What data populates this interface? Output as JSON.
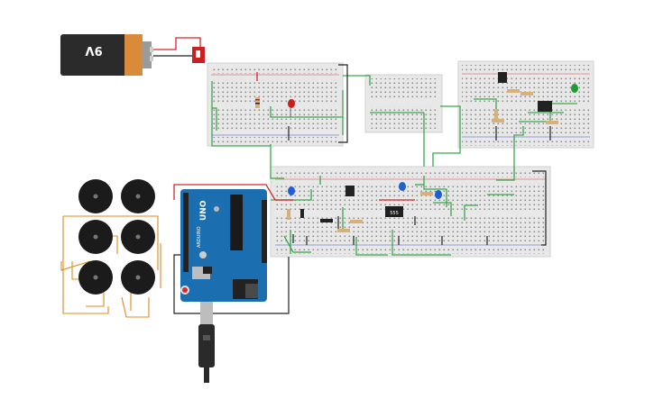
{
  "battery": {
    "label": "9V",
    "icon": "battery-9v-icon"
  },
  "arduino": {
    "label": "UNO",
    "brand": "ARDUINO",
    "icon": "arduino-uno-board"
  },
  "chip": {
    "label": "555"
  },
  "regulator": {
    "label": ""
  },
  "sensor_board": {
    "chip_label": ""
  },
  "colors": {
    "wire_green": "#3aa84a",
    "wire_red": "#d6262b",
    "wire_black": "#222222",
    "wire_orange": "#e08a1e",
    "breadboard": "#e6e6e6",
    "arduino_blue": "#1b6fb0",
    "led_red": "#c81e1e",
    "led_green": "#1f9d2f",
    "led_blue": "#1f5fd6"
  }
}
